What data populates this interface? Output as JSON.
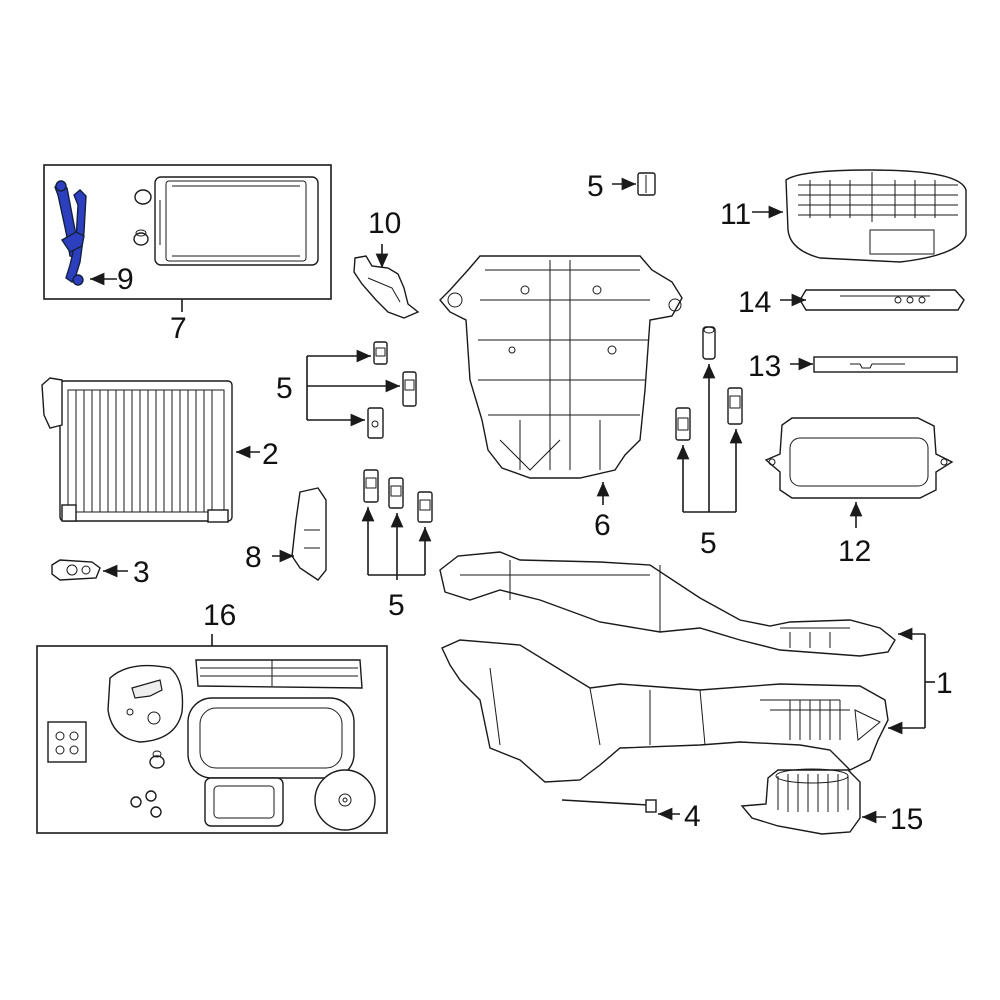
{
  "callouts": {
    "c1": "1",
    "c2": "2",
    "c3": "3",
    "c4": "4",
    "c5a": "5",
    "c5b": "5",
    "c5c": "5",
    "c5d": "5",
    "c6": "6",
    "c7": "7",
    "c8": "8",
    "c9": "9",
    "c10": "10",
    "c11": "11",
    "c12": "12",
    "c13": "13",
    "c14": "14",
    "c15": "15",
    "c16": "16"
  },
  "colors": {
    "highlight": "#2b3fbf",
    "line": "#1a1a1a",
    "background": "#ffffff"
  }
}
